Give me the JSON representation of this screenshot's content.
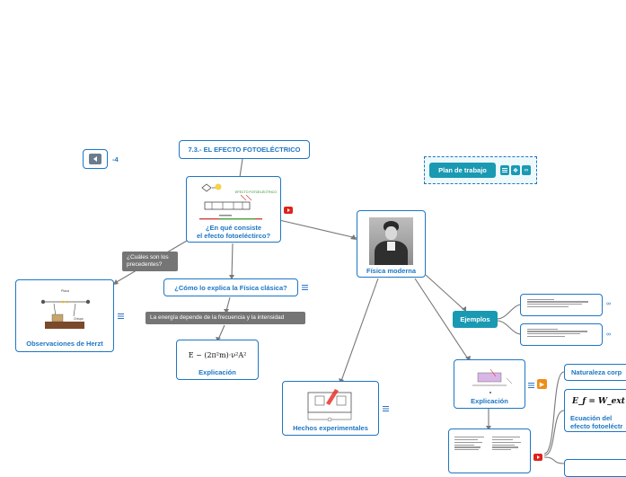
{
  "nodes": {
    "root": "7.3.- EL EFECTO FOTOELÉCTRICO",
    "que_consiste_l1": "¿En qué consiste",
    "que_consiste_l2": "el efecto fotoeléctirco?",
    "fisica_moderna": "Física moderna",
    "como_explica": "¿Cómo lo explica la Física clásica?",
    "explicacion_clasica": "Explicación",
    "formula_clasica": "E ~ (2π²m)·ν²A²",
    "observaciones": "Observaciones de Herzt",
    "hechos": "Hechos experimentales",
    "ejemplos": "Ejemplos",
    "explicacion_moderna": "Explicación",
    "naturaleza": "Naturaleza corp",
    "ecuacion_l1": "Ecuación del",
    "ecuacion_l2": "efecto fotoeléctr",
    "ecuacion_formula": "E_f = W_ext + E",
    "plan": "Plan de trabajo"
  },
  "labels": {
    "precedentes_l1": "¿Cuáles son los",
    "precedentes_l2": "precedentes?",
    "energia": "La energía depende de la frecuencia y la intensidad"
  },
  "diagram_text": {
    "efecto_title": "EFECTO FOTOELÉCTRICO",
    "herzt_top": "Placa",
    "herzt_side": "Chispa"
  },
  "nav": {
    "counter": "4"
  },
  "colors": {
    "accent": "#1d76c4",
    "teal": "#1a99b3",
    "grey_label": "#757575",
    "youtube": "#e1221b"
  }
}
